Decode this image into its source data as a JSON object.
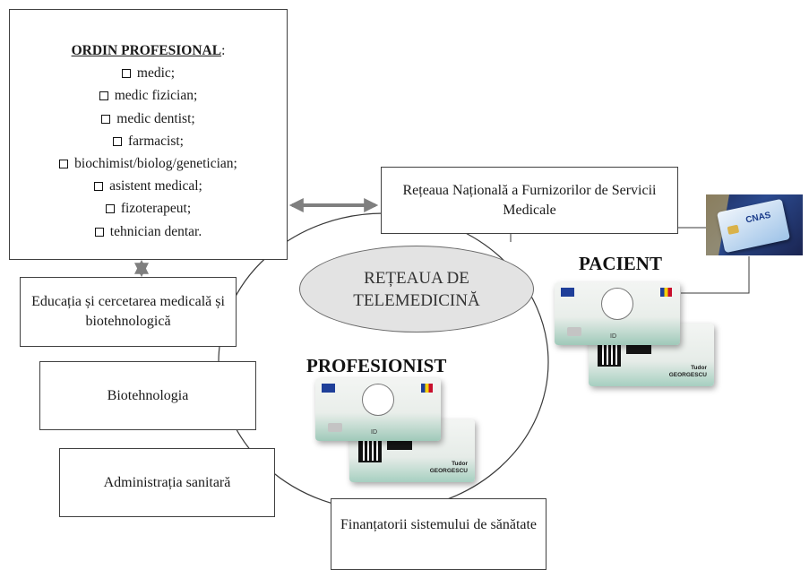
{
  "ordin": {
    "title": "ORDIN PROFESIONAL",
    "title_suffix": ":",
    "items": [
      "medic;",
      "medic fizician;",
      "medic dentist;",
      "farmacist;",
      "biochimist/biolog/genetician;",
      "asistent medical;",
      "fizoterapeut;",
      "tehnician dentar."
    ]
  },
  "boxes": {
    "educatia": "Educația și cercetarea medicală și biotehnologică",
    "biotehnologia": "Biotehnologia",
    "administratia": "Administrația sanitară",
    "retea_furnizori": "Rețeaua Națională a Furnizorilor de Servicii Medicale",
    "finantatori": "Finanțatorii sistemului de sănătate"
  },
  "center": {
    "line1": "REȚEAUA DE",
    "line2": "TELEMEDICINĂ"
  },
  "labels": {
    "pacient": "PACIENT",
    "profesionist": "PROFESIONIST"
  },
  "cards": {
    "id_text": "ID",
    "first_name": "Tudor",
    "last_name": "GEORGESCU"
  },
  "cnas_card": {
    "logo": "CNAS"
  },
  "colors": {
    "ellipse_fill": "#e3e3e3",
    "arrow": "#7f7f7f",
    "card_green": "#9fc9b9"
  }
}
